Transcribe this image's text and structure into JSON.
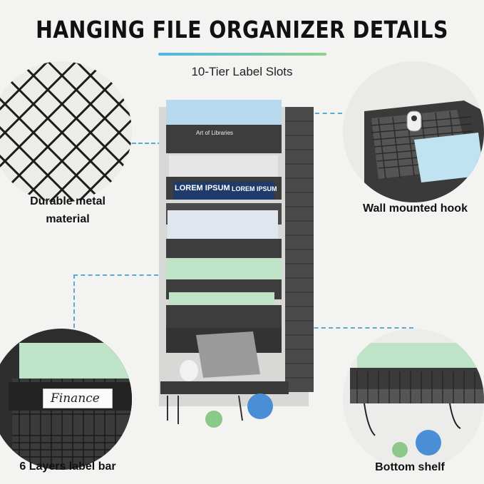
{
  "header": {
    "title": "HANGING FILE ORGANIZER DETAILS",
    "subtitle": "10-Tier Label Slots"
  },
  "callouts": [
    {
      "caption_line1": "Durable metal",
      "caption_line2": "material"
    },
    {
      "caption_line1": "Wall mounted hook"
    },
    {
      "caption_line1": "6 Layers label bar",
      "label_text": "Finance"
    },
    {
      "caption_line1": "Bottom shelf"
    }
  ],
  "product": {
    "folder_labels": [
      "Art of Libraries",
      "LOREM IPSUM",
      "LOREM IPSUM"
    ]
  },
  "colors": {
    "accent_blue": "#4fb6e4",
    "accent_green": "#8fd18a",
    "mesh": "#2b2b2b",
    "folder_mint": "#bfe3c6",
    "folder_blue": "#b9d9ee"
  }
}
